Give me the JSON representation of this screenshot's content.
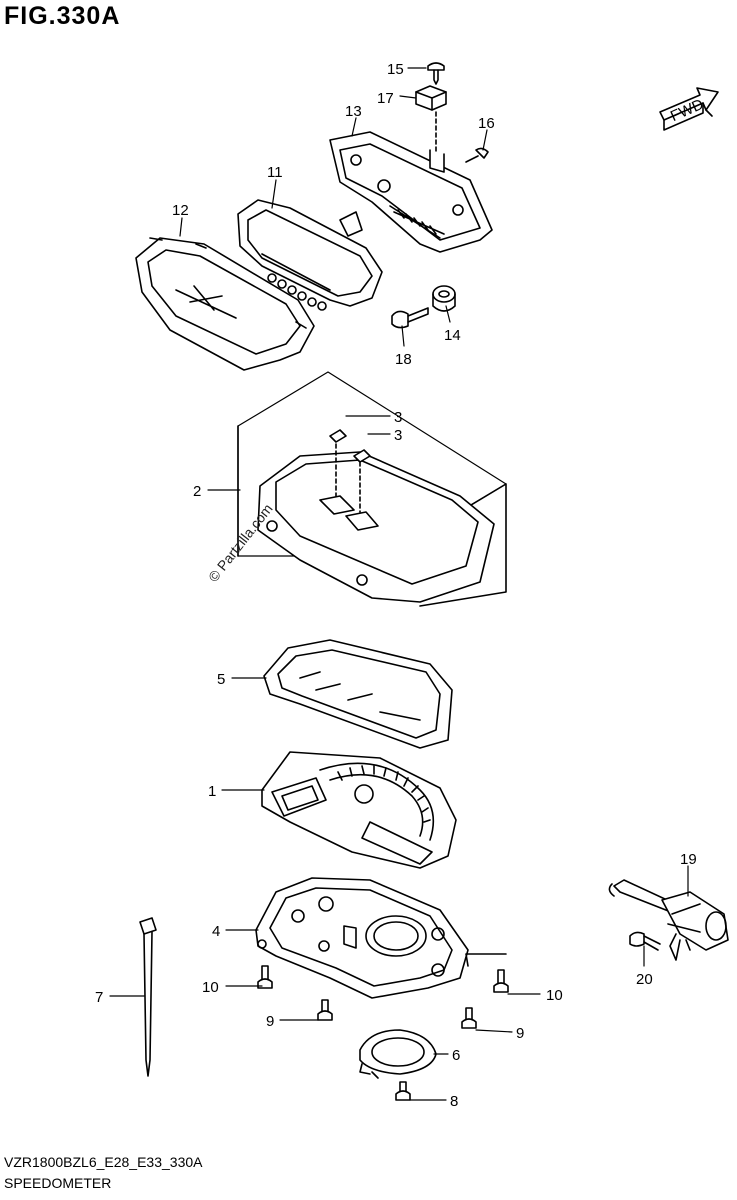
{
  "figure": {
    "title": "FIG.330A",
    "code": "VZR1800BZL6_E28_E33_330A",
    "name": "SPEEDOMETER",
    "watermark": "© Partzilla.com",
    "fwd_label": "FWD"
  },
  "callouts": [
    {
      "id": "callout-15",
      "label": "15"
    },
    {
      "id": "callout-17",
      "label": "17"
    },
    {
      "id": "callout-13",
      "label": "13"
    },
    {
      "id": "callout-16",
      "label": "16"
    },
    {
      "id": "callout-11",
      "label": "11"
    },
    {
      "id": "callout-12",
      "label": "12"
    },
    {
      "id": "callout-14",
      "label": "14"
    },
    {
      "id": "callout-18",
      "label": "18"
    },
    {
      "id": "callout-3a",
      "label": "3"
    },
    {
      "id": "callout-3b",
      "label": "3"
    },
    {
      "id": "callout-2",
      "label": "2"
    },
    {
      "id": "callout-5",
      "label": "5"
    },
    {
      "id": "callout-1",
      "label": "1"
    },
    {
      "id": "callout-19",
      "label": "19"
    },
    {
      "id": "callout-4",
      "label": "4"
    },
    {
      "id": "callout-20",
      "label": "20"
    },
    {
      "id": "callout-7",
      "label": "7"
    },
    {
      "id": "callout-10a",
      "label": "10"
    },
    {
      "id": "callout-10b",
      "label": "10"
    },
    {
      "id": "callout-9a",
      "label": "9"
    },
    {
      "id": "callout-9b",
      "label": "9"
    },
    {
      "id": "callout-6",
      "label": "6"
    },
    {
      "id": "callout-8",
      "label": "8"
    }
  ]
}
